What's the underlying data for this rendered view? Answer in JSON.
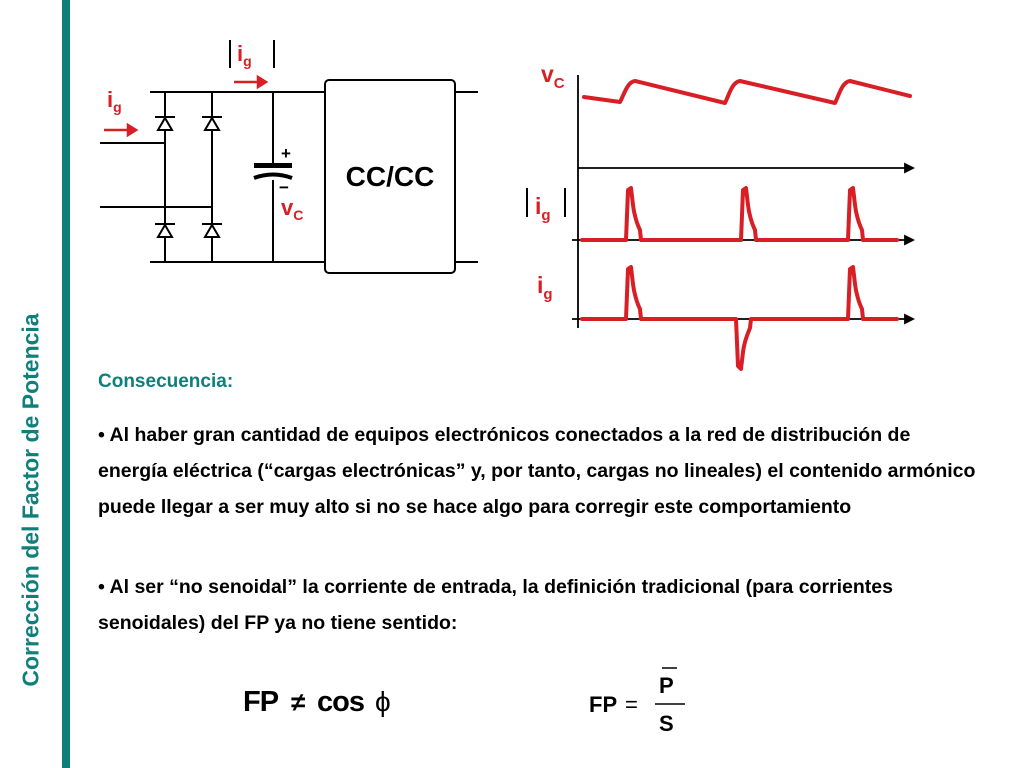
{
  "sidebar": {
    "title": "Corrección del Factor de Potencia",
    "color": "#0e7f7b"
  },
  "circuit": {
    "ig_label": "i",
    "ig_sub": "g",
    "abs_ig_label": "i",
    "abs_ig_sub": "g",
    "vc_label": "v",
    "vc_sub": "C",
    "plus": "+",
    "minus": "−",
    "converter_label": "CC/CC",
    "red": "#d81f26"
  },
  "waveforms": {
    "vc_label": "v",
    "vc_sub": "C",
    "abs_ig_label": "i",
    "abs_ig_sub": "g",
    "ig_label": "i",
    "ig_sub": "g"
  },
  "text": {
    "heading": "Consecuencia:",
    "bullet1": "• Al haber gran cantidad de equipos electrónicos conectados a la red de distribución de energía eléctrica (“cargas electrónicas” y, por tanto, cargas no lineales) el contenido armónico puede llegar a ser muy alto si no se hace algo para corregir este comportamiento",
    "bullet2": "• Al ser “no senoidal” la corriente de entrada, la definición tradicional (para corrientes senoidales) del FP ya no tiene sentido:"
  },
  "formulas": {
    "left_lhs": "FP",
    "left_neq": "≠",
    "left_rhs": "cos",
    "left_phi": "ϕ",
    "right_lhs": "FP",
    "right_eq": "=",
    "right_num": "P",
    "right_den": "S"
  }
}
